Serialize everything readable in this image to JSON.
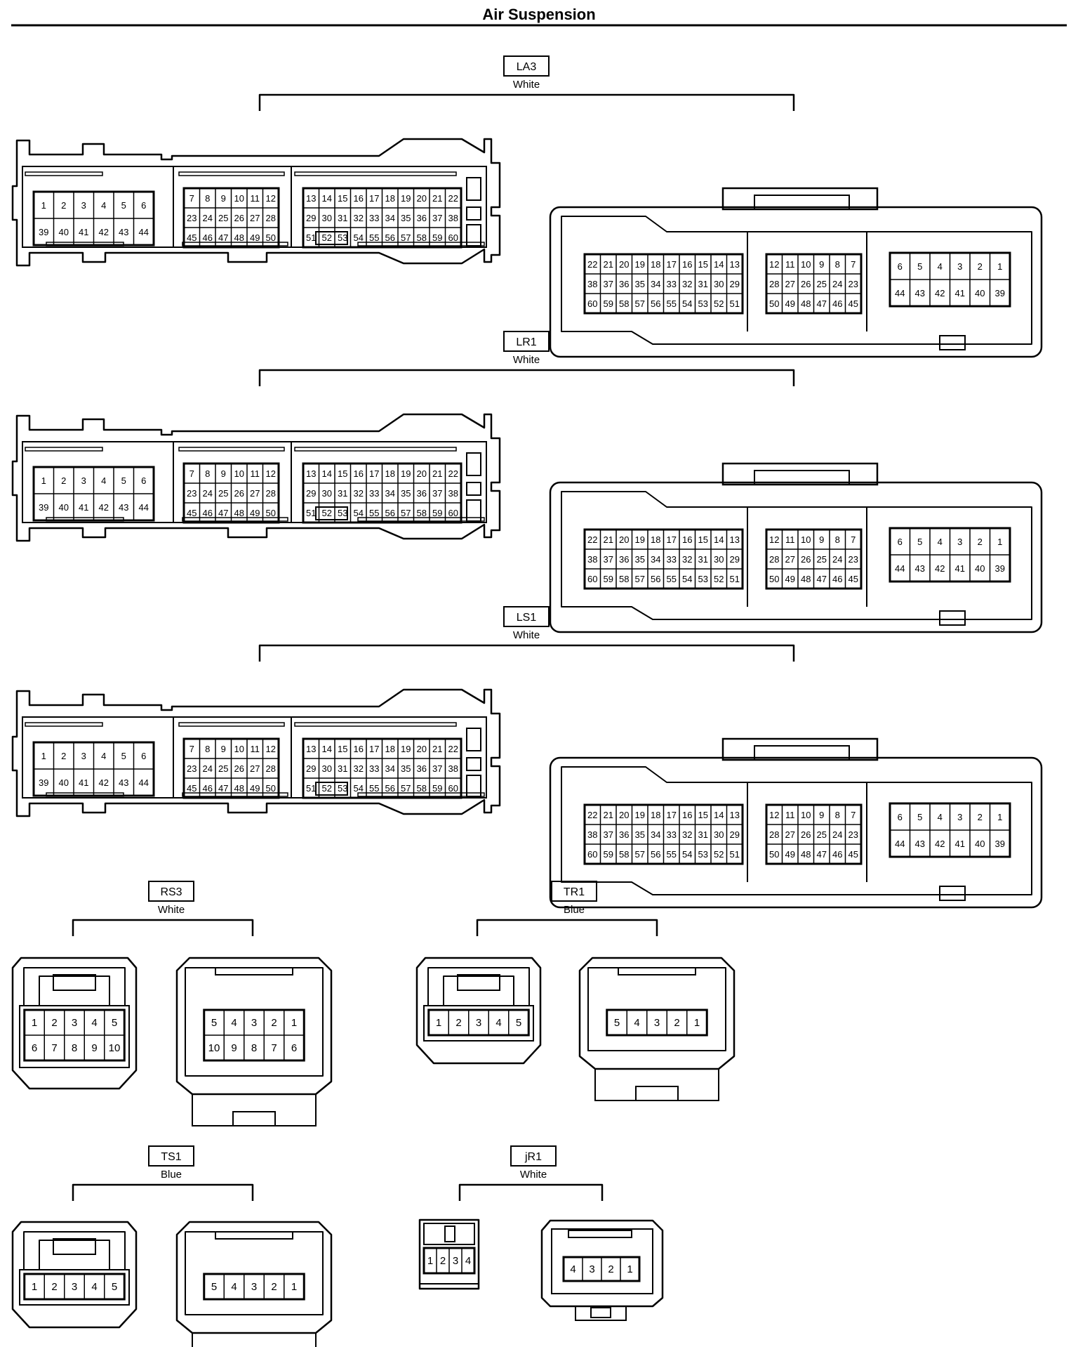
{
  "title": "Air Suspension",
  "connectors": [
    {
      "code": "LA3",
      "color": "White",
      "male": {
        "blocks": [
          [
            [
              "1",
              "2",
              "3",
              "4",
              "5",
              "6"
            ],
            [
              "39",
              "40",
              "41",
              "42",
              "43",
              "44"
            ]
          ],
          [
            [
              "7",
              "8",
              "9",
              "10",
              "11",
              "12"
            ],
            [
              "23",
              "24",
              "25",
              "26",
              "27",
              "28"
            ],
            [
              "45",
              "46",
              "47",
              "48",
              "49",
              "50"
            ]
          ],
          [
            [
              "13",
              "14",
              "15",
              "16",
              "17",
              "18",
              "19",
              "20",
              "21",
              "22"
            ],
            [
              "29",
              "30",
              "31",
              "32",
              "33",
              "34",
              "35",
              "36",
              "37",
              "38"
            ],
            [
              "51",
              "52",
              "53",
              "54",
              "55",
              "56",
              "57",
              "58",
              "59",
              "60"
            ]
          ]
        ]
      },
      "female": {
        "blocks": [
          [
            [
              "22",
              "21",
              "20",
              "19",
              "18",
              "17",
              "16",
              "15",
              "14",
              "13"
            ],
            [
              "38",
              "37",
              "36",
              "35",
              "34",
              "33",
              "32",
              "31",
              "30",
              "29"
            ],
            [
              "60",
              "59",
              "58",
              "57",
              "56",
              "55",
              "54",
              "53",
              "52",
              "51"
            ]
          ],
          [
            [
              "12",
              "11",
              "10",
              "9",
              "8",
              "7"
            ],
            [
              "28",
              "27",
              "26",
              "25",
              "24",
              "23"
            ],
            [
              "50",
              "49",
              "48",
              "47",
              "46",
              "45"
            ]
          ],
          [
            [
              "6",
              "5",
              "4",
              "3",
              "2",
              "1"
            ],
            [
              "44",
              "43",
              "42",
              "41",
              "40",
              "39"
            ]
          ]
        ]
      }
    },
    {
      "code": "LR1",
      "color": "White",
      "male": {
        "blocks": [
          [
            [
              "1",
              "2",
              "3",
              "4",
              "5",
              "6"
            ],
            [
              "39",
              "40",
              "41",
              "42",
              "43",
              "44"
            ]
          ],
          [
            [
              "7",
              "8",
              "9",
              "10",
              "11",
              "12"
            ],
            [
              "23",
              "24",
              "25",
              "26",
              "27",
              "28"
            ],
            [
              "45",
              "46",
              "47",
              "48",
              "49",
              "50"
            ]
          ],
          [
            [
              "13",
              "14",
              "15",
              "16",
              "17",
              "18",
              "19",
              "20",
              "21",
              "22"
            ],
            [
              "29",
              "30",
              "31",
              "32",
              "33",
              "34",
              "35",
              "36",
              "37",
              "38"
            ],
            [
              "51",
              "52",
              "53",
              "54",
              "55",
              "56",
              "57",
              "58",
              "59",
              "60"
            ]
          ]
        ]
      },
      "female": {
        "blocks": [
          [
            [
              "22",
              "21",
              "20",
              "19",
              "18",
              "17",
              "16",
              "15",
              "14",
              "13"
            ],
            [
              "38",
              "37",
              "36",
              "35",
              "34",
              "33",
              "32",
              "31",
              "30",
              "29"
            ],
            [
              "60",
              "59",
              "58",
              "57",
              "56",
              "55",
              "54",
              "53",
              "52",
              "51"
            ]
          ],
          [
            [
              "12",
              "11",
              "10",
              "9",
              "8",
              "7"
            ],
            [
              "28",
              "27",
              "26",
              "25",
              "24",
              "23"
            ],
            [
              "50",
              "49",
              "48",
              "47",
              "46",
              "45"
            ]
          ],
          [
            [
              "6",
              "5",
              "4",
              "3",
              "2",
              "1"
            ],
            [
              "44",
              "43",
              "42",
              "41",
              "40",
              "39"
            ]
          ]
        ]
      }
    },
    {
      "code": "LS1",
      "color": "White",
      "male": {
        "blocks": [
          [
            [
              "1",
              "2",
              "3",
              "4",
              "5",
              "6"
            ],
            [
              "39",
              "40",
              "41",
              "42",
              "43",
              "44"
            ]
          ],
          [
            [
              "7",
              "8",
              "9",
              "10",
              "11",
              "12"
            ],
            [
              "23",
              "24",
              "25",
              "26",
              "27",
              "28"
            ],
            [
              "45",
              "46",
              "47",
              "48",
              "49",
              "50"
            ]
          ],
          [
            [
              "13",
              "14",
              "15",
              "16",
              "17",
              "18",
              "19",
              "20",
              "21",
              "22"
            ],
            [
              "29",
              "30",
              "31",
              "32",
              "33",
              "34",
              "35",
              "36",
              "37",
              "38"
            ],
            [
              "51",
              "52",
              "53",
              "54",
              "55",
              "56",
              "57",
              "58",
              "59",
              "60"
            ]
          ]
        ]
      },
      "female": {
        "blocks": [
          [
            [
              "22",
              "21",
              "20",
              "19",
              "18",
              "17",
              "16",
              "15",
              "14",
              "13"
            ],
            [
              "38",
              "37",
              "36",
              "35",
              "34",
              "33",
              "32",
              "31",
              "30",
              "29"
            ],
            [
              "60",
              "59",
              "58",
              "57",
              "56",
              "55",
              "54",
              "53",
              "52",
              "51"
            ]
          ],
          [
            [
              "12",
              "11",
              "10",
              "9",
              "8",
              "7"
            ],
            [
              "28",
              "27",
              "26",
              "25",
              "24",
              "23"
            ],
            [
              "50",
              "49",
              "48",
              "47",
              "46",
              "45"
            ]
          ],
          [
            [
              "6",
              "5",
              "4",
              "3",
              "2",
              "1"
            ],
            [
              "44",
              "43",
              "42",
              "41",
              "40",
              "39"
            ]
          ]
        ]
      }
    },
    {
      "code": "RS3",
      "color": "White",
      "male": {
        "rows": [
          [
            "1",
            "2",
            "3",
            "4",
            "5"
          ],
          [
            "6",
            "7",
            "8",
            "9",
            "10"
          ]
        ]
      },
      "female": {
        "rows": [
          [
            "5",
            "4",
            "3",
            "2",
            "1"
          ],
          [
            "10",
            "9",
            "8",
            "7",
            "6"
          ]
        ]
      }
    },
    {
      "code": "TR1",
      "color": "Blue",
      "male": {
        "rows": [
          [
            "1",
            "2",
            "3",
            "4",
            "5"
          ]
        ]
      },
      "female": {
        "rows": [
          [
            "5",
            "4",
            "3",
            "2",
            "1"
          ]
        ]
      }
    },
    {
      "code": "TS1",
      "color": "Blue",
      "male": {
        "rows": [
          [
            "1",
            "2",
            "3",
            "4",
            "5"
          ]
        ]
      },
      "female": {
        "rows": [
          [
            "5",
            "4",
            "3",
            "2",
            "1"
          ]
        ]
      }
    },
    {
      "code": "jR1",
      "color": "White",
      "male": {
        "rows": [
          [
            "1",
            "2",
            "3",
            "4"
          ]
        ]
      },
      "female": {
        "rows": [
          [
            "4",
            "3",
            "2",
            "1"
          ]
        ]
      }
    }
  ]
}
